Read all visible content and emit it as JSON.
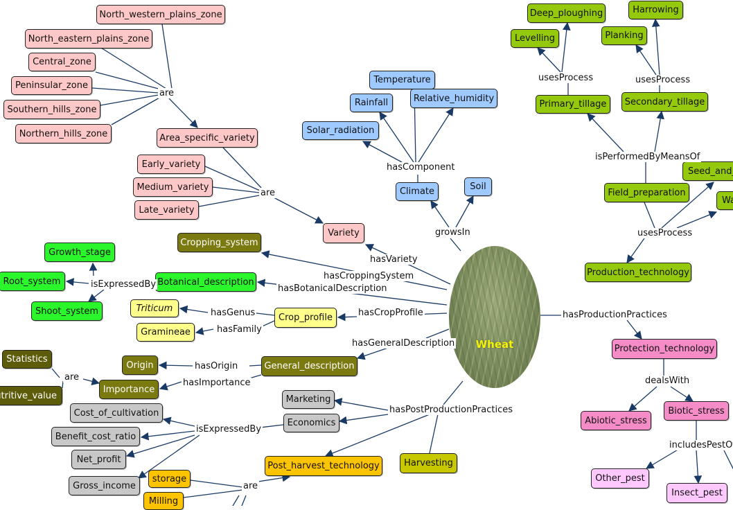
{
  "colors": {
    "pink": "#ffc8c8",
    "blue": "#9fcaff",
    "olive": "#7a7a10",
    "lime": "#94c90e",
    "green": "#2bf52b",
    "yellow": "#ffff8c",
    "gray": "#c8c8c8",
    "orange": "#ffc400",
    "khaki": "#c8c800",
    "magenta": "#f58cc8",
    "lilac": "#ffc8ff",
    "edge": "#1a3a66"
  },
  "center": {
    "label": "Wheat"
  },
  "nodes": {
    "nw_plains": "North_western_plains_zone",
    "ne_plains": "North_eastern_plains_zone",
    "central_zone": "Central_zone",
    "peninsular_zone": "Peninsular_zone",
    "southern_hills": "Southern_hills_zone",
    "northern_hills": "Northern_hills_zone",
    "area_specific": "Area_specific_variety",
    "early_variety": "Early_variety",
    "medium_variety": "Medium_variety",
    "late_variety": "Late_variety",
    "variety": "Variety",
    "temperature": "Temperature",
    "rainfall": "Rainfall",
    "relative_humidity": "Relative_humidity",
    "solar_radiation": "Solar_radiation",
    "climate": "Climate",
    "soil": "Soil",
    "deep_ploughing": "Deep_ploughing",
    "harrowing": "Harrowing",
    "levelling": "Levelling",
    "planking": "Planking",
    "primary_tillage": "Primary_tillage",
    "secondary_tillage": "Secondary_tillage",
    "seed_and": "Seed_and_",
    "field_preparation": "Field_preparation",
    "wa": "Wa",
    "production_technology": "Production_technology",
    "cropping_system": "Cropping_system",
    "growth_stage": "Growth_stage",
    "root_system": "Root_system",
    "botanical_description": "Botanical_description",
    "shoot_system": "Shoot_system",
    "triticum": "Triticum",
    "crop_profile": "Crop_profile",
    "gramineae": "Gramineae",
    "statistics": "Statistics",
    "origin": "Origin",
    "general_description": "General_description",
    "importance": "Importance",
    "nutritive_value": "utritive_value",
    "marketing": "Marketing",
    "economics": "Economics",
    "cost_of_cultivation": "Cost_of_cultivation",
    "benefit_cost_ratio": "Benefit_cost_ratio",
    "net_profit": "Net_profit",
    "gross_income": "Gross_income",
    "post_harvest": "Post_harvest_technology",
    "harvesting": "Harvesting",
    "storage": "storage",
    "milling": "Milling",
    "protection_technology": "Protection_technology",
    "abiotic_stress": "Abiotic_stress",
    "biotic_stress": "Biotic_stress",
    "other_pest": "Other_pest",
    "insect_pest": "Insect_pest"
  },
  "links": {
    "are_zones": "are",
    "are_varieties": "are",
    "has_component": "hasComponent",
    "grows_in": "growsIn",
    "uses_process_primary": "usesProcess",
    "uses_process_secondary": "usesProcess",
    "is_performed_by_means_of": "isPerformedByMeansOf",
    "uses_process_production": "usesProcess",
    "has_variety": "hasVariety",
    "has_cropping_system": "hasCroppingSystem",
    "has_botanical_description": "hasBotanicalDescription",
    "is_expressed_by_botanical": "isExpressedBy",
    "has_genus": "hasGenus",
    "has_crop_profile": "hasCropProfile",
    "has_family": "hasFamily",
    "has_general_description": "hasGeneralDescription",
    "has_origin": "hasOrigin",
    "has_importance": "hasImportance",
    "are_importance": "are",
    "has_production_practices": "hasProductionPractices",
    "has_post_production_practices": "hasPostProductionPractices",
    "is_expressed_by_economics": "isExpressedBy",
    "are_post_harvest": "are",
    "deals_with": "dealsWith",
    "includes_pest_of": "includesPestOf"
  }
}
